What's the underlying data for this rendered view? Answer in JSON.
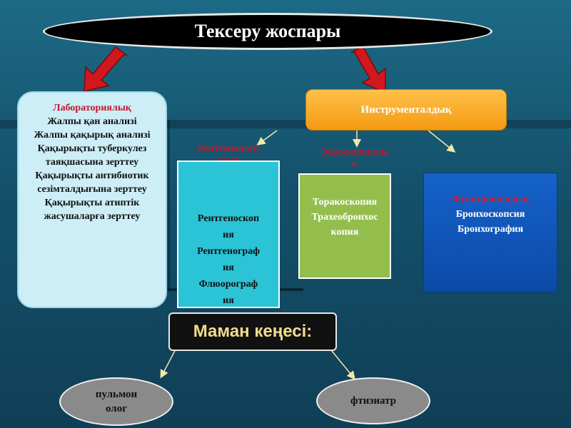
{
  "title": "Тексеру жоспары",
  "laboratory": {
    "title": "Лабораториялық",
    "items": [
      "Жалпы қан анализі",
      "Жалпы қақырық анализі",
      "Қақырықты туберкулез таяқшасына зерттеу",
      "Қақырықты антибиотик сезімталдығына зерттеу",
      "Қақырықты атиптік жасушаларға зерттеу"
    ]
  },
  "instrumental": {
    "title": "Инструменталдық"
  },
  "roentgen": {
    "label_line1": "Рентгенологи",
    "label_line2": "ялық",
    "items": [
      "Рентгеноскоп",
      "ия",
      "Рентгенограф",
      "ия",
      "Флюорограф",
      "ия"
    ]
  },
  "endoscopic": {
    "label_line1": "Эндоскопиялы",
    "label_line2": "қ",
    "items": [
      "Торакоскопия",
      "Трахеобронхос",
      "копия"
    ]
  },
  "functional": {
    "title": "Функционалдық",
    "items": [
      "Бронхоскопсия",
      "Бронхография"
    ]
  },
  "consult": {
    "title": "Маман кеңесі:",
    "specialists": [
      "пульмон",
      "олог",
      "фтизиатр"
    ]
  },
  "colors": {
    "title_bg": "#000000",
    "lab_bg": "#cdeef7",
    "instr_bg": "#f7a51e",
    "roentgen_bg": "#2bc3d6",
    "endo_bg": "#93be4c",
    "func_bg": "#1562c9",
    "accent_red": "#c0182e",
    "arrow_red": "#d0181e"
  }
}
